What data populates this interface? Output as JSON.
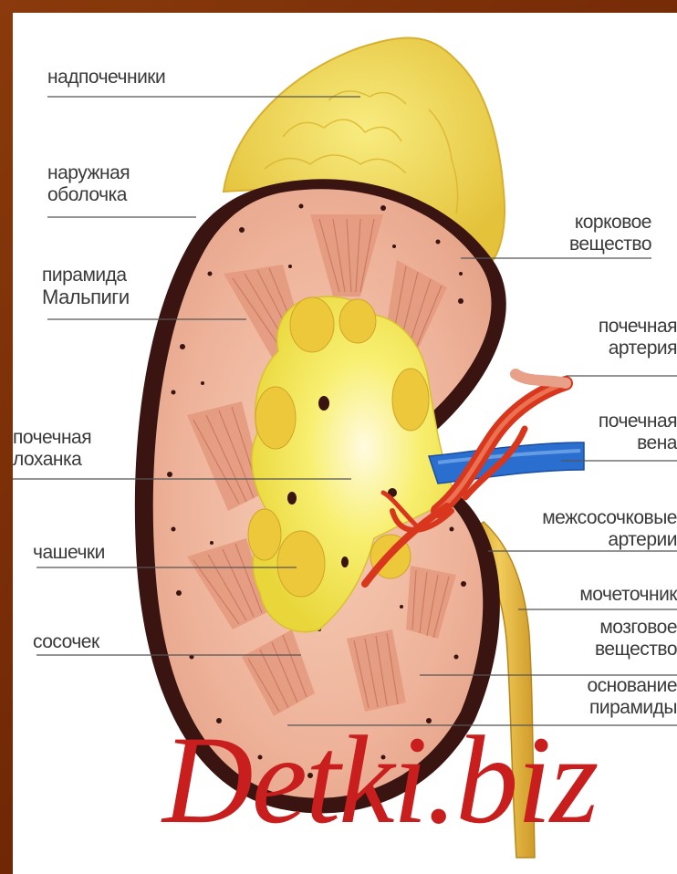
{
  "labels": {
    "adrenal": "надпочечники",
    "outer_capsule_1": "наружная",
    "outer_capsule_2": "оболочка",
    "pyramid_1": "пирамида",
    "pyramid_2": "Мальпиги",
    "pelvis_1": "почечная",
    "pelvis_2": "лоханка",
    "calyces": "чашечки",
    "papilla": "сосочек",
    "cortex_1": "корковое",
    "cortex_2": "вещество",
    "artery_1": "почечная",
    "artery_2": "артерия",
    "vein_1": "почечная",
    "vein_2": "вена",
    "interlobar_1": "межсосочковые",
    "interlobar_2": "артерии",
    "ureter": "мочеточник",
    "medulla_1": "мозговое",
    "medulla_2": "вещество",
    "pyramid_base_1": "основание",
    "pyramid_base_2": "пирамиды"
  },
  "watermark": "Detki.biz",
  "colors": {
    "frame": "#7a2e08",
    "cortex": "#f0b9a0",
    "capsule": "#3a1410",
    "adrenal": "#f2dc4a",
    "pelvis": "#f6ec55",
    "artery": "#d8371e",
    "vein": "#2a6fd0",
    "ureter": "#e8b63a",
    "watermark": "#c81e1e"
  }
}
